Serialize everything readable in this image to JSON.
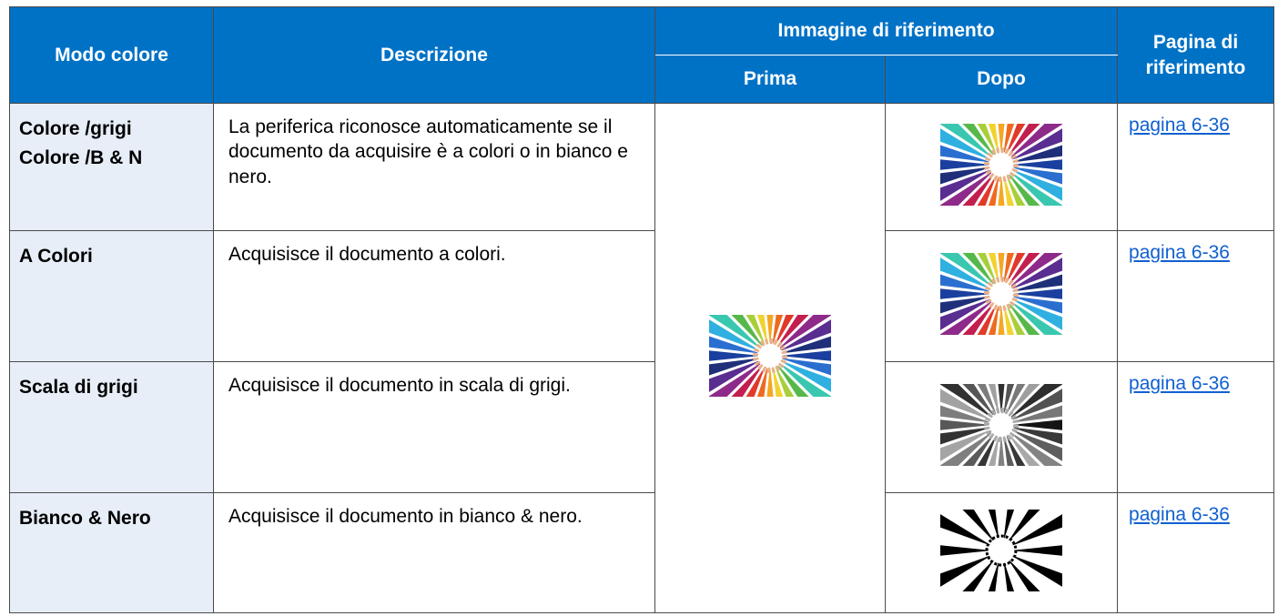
{
  "headers": {
    "mode": "Modo colore",
    "description": "Descrizione",
    "reference_image": "Immagine di riferimento",
    "before": "Prima",
    "after": "Dopo",
    "reference_page": "Pagina di riferimento"
  },
  "rows": [
    {
      "mode_line1": "Colore /grigi",
      "mode_line2": "Colore /B & N",
      "description": "La periferica riconosce automaticamente se il documento da acquisire è a colori o in bianco e nero.",
      "after_icon": "color-pencils-image",
      "page_link": "pagina 6-36"
    },
    {
      "mode_line1": "A Colori",
      "mode_line2": "",
      "description": "Acquisisce il documento a colori.",
      "after_icon": "color-pencils-image",
      "page_link": "pagina 6-36"
    },
    {
      "mode_line1": "Scala di grigi",
      "mode_line2": "",
      "description": "Acquisisce il documento in scala di grigi.",
      "after_icon": "grayscale-pencils-image",
      "page_link": "pagina 6-36"
    },
    {
      "mode_line1": "Bianco & Nero",
      "mode_line2": "",
      "description": "Acquisisce il documento in bianco & nero.",
      "after_icon": "bw-pencils-image",
      "page_link": "pagina 6-36"
    }
  ],
  "before_icon": "color-pencils-image",
  "colors": {
    "header_bg": "#0072c6",
    "mode_cell_bg": "#e7eef8",
    "link": "#1060d0"
  }
}
